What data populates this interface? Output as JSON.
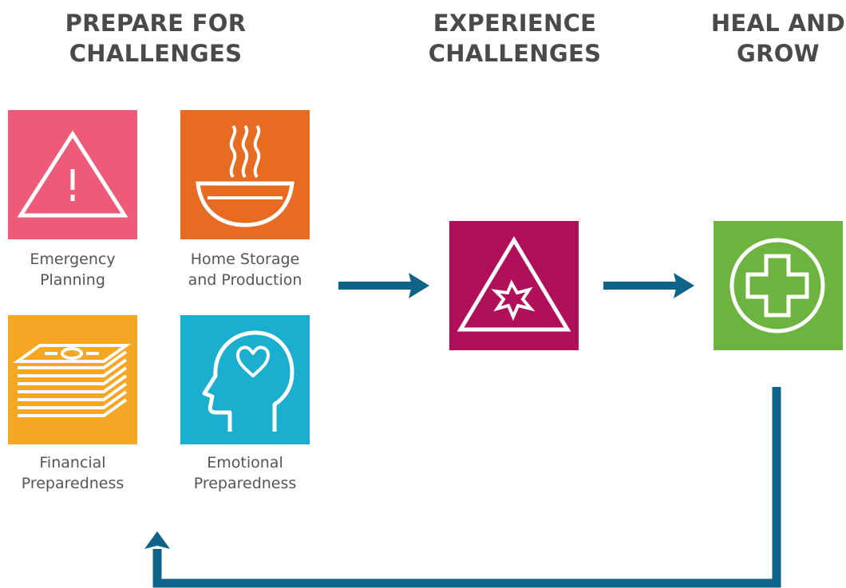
{
  "headings": {
    "prepare": [
      "PREPARE FOR",
      "CHALLENGES"
    ],
    "experience": [
      "EXPERIENCE",
      "CHALLENGES"
    ],
    "heal": [
      "HEAL AND",
      "GROW"
    ]
  },
  "prepare_items": [
    {
      "label": [
        "Emergency",
        "Planning"
      ],
      "icon": "warning-triangle-icon",
      "color": "#EF5A78"
    },
    {
      "label": [
        "Home Storage",
        "and Production"
      ],
      "icon": "steaming-bowl-icon",
      "color": "#E86B22"
    },
    {
      "label": [
        "Financial",
        "Preparedness"
      ],
      "icon": "money-stack-icon",
      "color": "#F5A623"
    },
    {
      "label": [
        "Emotional",
        "Preparedness"
      ],
      "icon": "head-heart-icon",
      "color": "#1AAFCF"
    }
  ],
  "experience": {
    "icon": "impact-triangle-icon",
    "color": "#B0105A"
  },
  "heal": {
    "icon": "medical-cross-icon",
    "color": "#6DB33F"
  },
  "arrow_color": "#0D6488"
}
